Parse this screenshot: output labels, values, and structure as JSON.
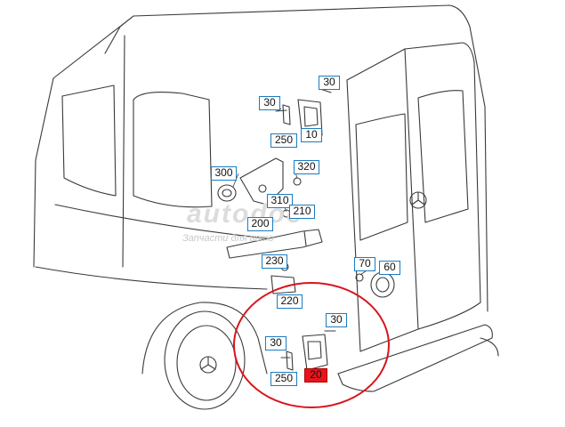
{
  "diagram": {
    "callouts": [
      {
        "id": "c30a",
        "label": "30"
      },
      {
        "id": "c30b",
        "label": "30"
      },
      {
        "id": "c250a",
        "label": "250"
      },
      {
        "id": "c10",
        "label": "10"
      },
      {
        "id": "c300",
        "label": "300"
      },
      {
        "id": "c320",
        "label": "320"
      },
      {
        "id": "c310",
        "label": "310"
      },
      {
        "id": "c210",
        "label": "210"
      },
      {
        "id": "c200",
        "label": "200"
      },
      {
        "id": "c230",
        "label": "230"
      },
      {
        "id": "c220",
        "label": "220"
      },
      {
        "id": "c70",
        "label": "70"
      },
      {
        "id": "c60",
        "label": "60"
      },
      {
        "id": "c30c",
        "label": "30"
      },
      {
        "id": "c30d",
        "label": "30"
      },
      {
        "id": "c250b",
        "label": "250"
      },
      {
        "id": "c20",
        "label": "20"
      }
    ],
    "highlighted_callout": "c20",
    "highlight_color": "#e8141c",
    "callout_border_color": "#1a7cc0",
    "circle_color": "#d9141c"
  },
  "watermark": {
    "logo_text": "autodoc",
    "sub_text": "Запчасти для авто"
  }
}
